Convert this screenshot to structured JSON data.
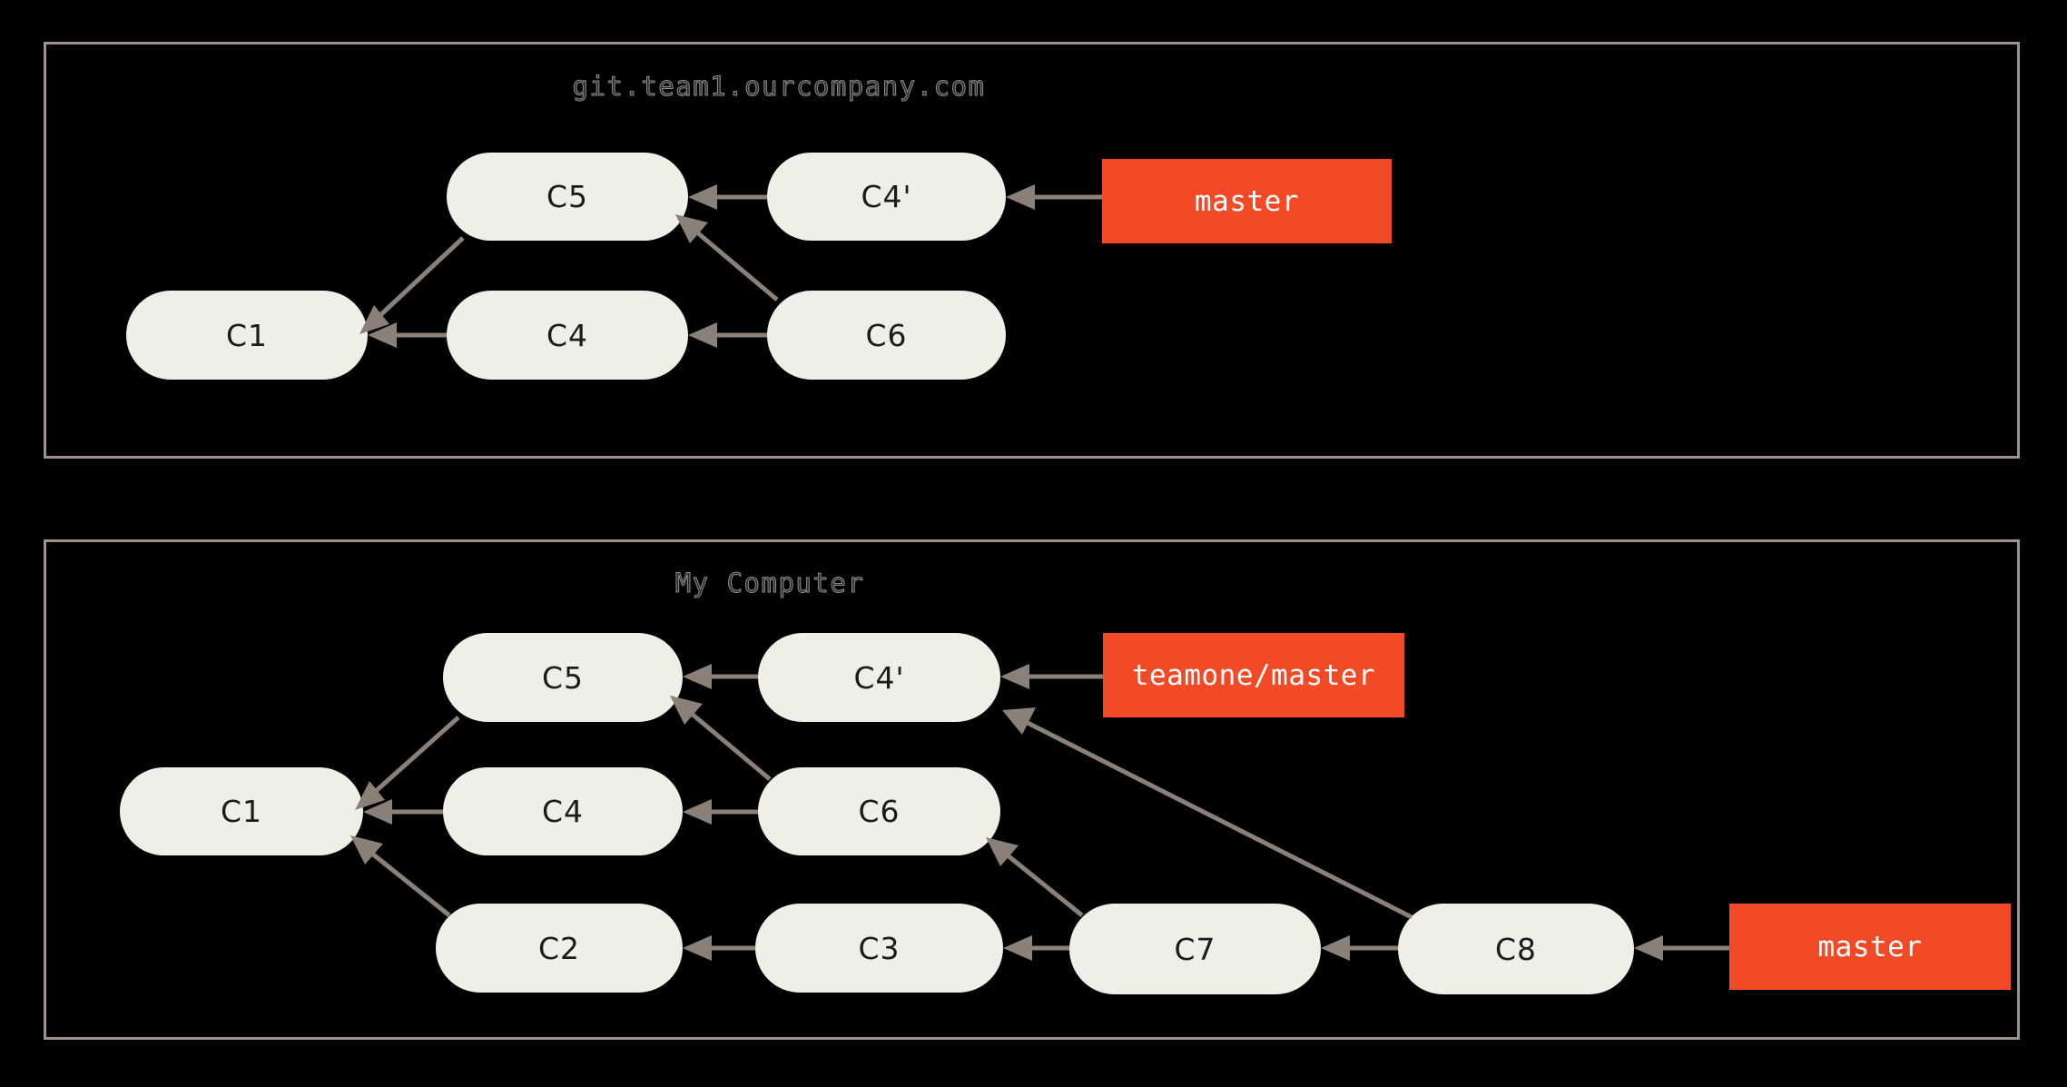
{
  "diagram": {
    "title": "git remote branch / rebase history diagram",
    "background_color": "#000000",
    "panel_border_color": "#9c948c",
    "commit_fill_color": "#f0efe7",
    "commit_text_color": "#1b1b1b",
    "branch_label_color": "#f24a27",
    "branch_label_text_color": "#ffffff",
    "arrow_color": "#8b8078",
    "panel_title_color": "#8d8d8d"
  },
  "panels": [
    {
      "id": "remote",
      "title": "git.team1.ourcompany.com",
      "commits": [
        {
          "id": "c5-top",
          "label": "C5"
        },
        {
          "id": "c4p-top",
          "label": "C4'"
        },
        {
          "id": "c1-top",
          "label": "C1"
        },
        {
          "id": "c4-top",
          "label": "C4"
        },
        {
          "id": "c6-top",
          "label": "C6"
        }
      ],
      "branch_labels": [
        {
          "id": "master-top",
          "label": "master"
        }
      ],
      "edges": [
        {
          "from": "C4'",
          "to": "C5"
        },
        {
          "from": "C5",
          "to": "C1"
        },
        {
          "from": "C4",
          "to": "C1"
        },
        {
          "from": "C6",
          "to": "C4"
        },
        {
          "from": "C6",
          "to": "C5"
        },
        {
          "from": "master",
          "to": "C4'"
        }
      ]
    },
    {
      "id": "local",
      "title": "My Computer",
      "commits": [
        {
          "id": "c5-bot",
          "label": "C5"
        },
        {
          "id": "c4p-bot",
          "label": "C4'"
        },
        {
          "id": "c1-bot",
          "label": "C1"
        },
        {
          "id": "c4-bot",
          "label": "C4"
        },
        {
          "id": "c6-bot",
          "label": "C6"
        },
        {
          "id": "c2-bot",
          "label": "C2"
        },
        {
          "id": "c3-bot",
          "label": "C3"
        },
        {
          "id": "c7-bot",
          "label": "C7"
        },
        {
          "id": "c8-bot",
          "label": "C8"
        }
      ],
      "branch_labels": [
        {
          "id": "teamone-master",
          "label": "teamone/master"
        },
        {
          "id": "master-bot",
          "label": "master"
        }
      ],
      "edges": [
        {
          "from": "C4'",
          "to": "C5"
        },
        {
          "from": "C5",
          "to": "C1"
        },
        {
          "from": "C4",
          "to": "C1"
        },
        {
          "from": "C6",
          "to": "C4"
        },
        {
          "from": "C6",
          "to": "C5"
        },
        {
          "from": "C2",
          "to": "C1"
        },
        {
          "from": "C3",
          "to": "C2"
        },
        {
          "from": "C7",
          "to": "C3"
        },
        {
          "from": "C7",
          "to": "C6"
        },
        {
          "from": "C8",
          "to": "C7"
        },
        {
          "from": "C8",
          "to": "C4'"
        },
        {
          "from": "teamone/master",
          "to": "C4'"
        },
        {
          "from": "master",
          "to": "C8"
        }
      ]
    }
  ]
}
